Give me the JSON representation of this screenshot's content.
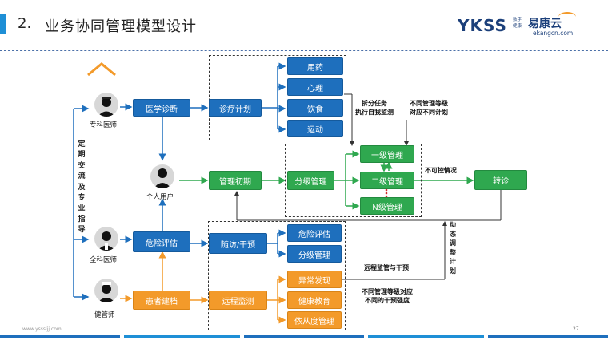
{
  "header": {
    "number": "2.",
    "title": "业务协同管理模型设计",
    "logo_main": "YKSS",
    "logo_tag_1": "数字",
    "logo_tag_2": "健康",
    "logo_brand": "易康云",
    "logo_url": "ekangcn.com"
  },
  "roles": {
    "specialist": "专科医师",
    "patient": "个人用户",
    "gp": "全科医师",
    "manager": "健管师"
  },
  "side_note": "定期交流及专业指导",
  "nodes": {
    "diagnosis": "医学诊断",
    "treatment_plan": "诊疗计划",
    "medication": "用药",
    "psychology": "心理",
    "diet": "饮食",
    "exercise": "运动",
    "management_init": "管理初期",
    "grading": "分级管理",
    "level1": "一级管理",
    "level2": "二级管理",
    "levelN": "N级管理",
    "referral": "转诊",
    "risk_assessment": "危险评估",
    "followup": "随访/干预",
    "risk_assessment_2": "危险评估",
    "grading_2": "分级管理",
    "patient_record": "患者建档",
    "remote_monitoring": "远程监测",
    "abnormal": "异常发现",
    "health_education": "健康教育",
    "compliance": "依从度管理"
  },
  "annotations": {
    "split_tasks": [
      "拆分任务",
      "执行自我监测"
    ],
    "diff_levels": [
      "不同管理等级",
      "对应不同计划"
    ],
    "uncontrollable": "不可控情况",
    "dynamic_adjust": "动态调整计划",
    "remote_supervision": "远程监管与干预",
    "intensity": [
      "不同管理等级对应",
      "不同的干预强度"
    ]
  },
  "footer": {
    "site": "www.ysssljj.com",
    "page": "27"
  },
  "colors": {
    "blue": "#1e6fbd",
    "green": "#2fa84f",
    "orange": "#f39a2a",
    "accent": "#1e8fd6"
  }
}
